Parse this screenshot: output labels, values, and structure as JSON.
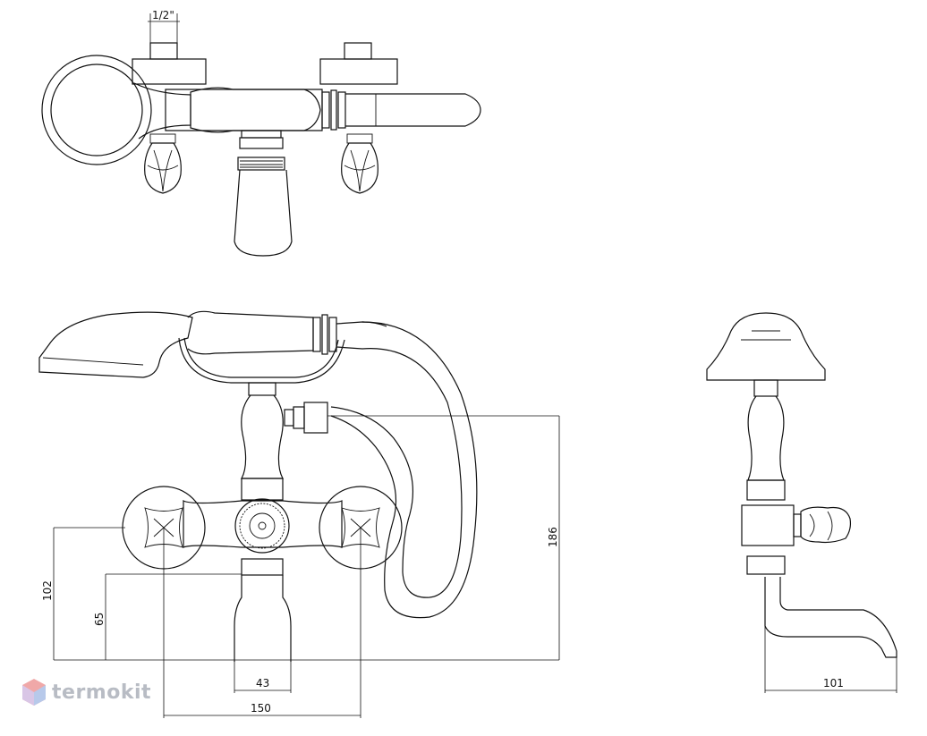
{
  "dimensions": {
    "inlet_thread": "1/2\"",
    "height_overall": "186",
    "height_handles": "102",
    "height_spout": "65",
    "spout_width": "43",
    "centers": "150",
    "spout_projection": "101"
  },
  "watermark": {
    "text": "termokit"
  }
}
